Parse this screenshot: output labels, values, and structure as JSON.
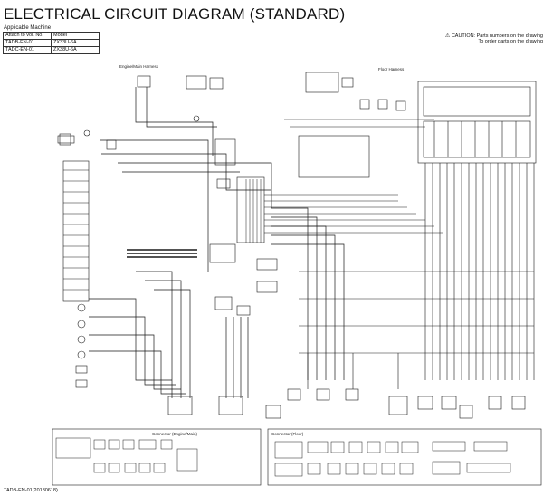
{
  "header": {
    "title": "ELECTRICAL CIRCUIT DIAGRAM (STANDARD)",
    "applicable_label": "Applicable Machine"
  },
  "attach_table": {
    "headers": [
      "Attach to vol. No.",
      "Model"
    ],
    "rows": [
      [
        "TADB-EN-01",
        "ZX33U-6A"
      ],
      [
        "TADC-EN-01",
        "ZX38U-6A"
      ]
    ]
  },
  "caution": {
    "line1": "CAUTION: Parts numbers on the drawing",
    "line2": "To order parts on the drawing"
  },
  "sections": {
    "engine_harness": "Engine/Main Harness",
    "floor_harness": "Floor Harness",
    "connector_engine": "Connector (Engine/Main)",
    "connector_floor": "Connector (Floor)"
  },
  "footer": {
    "doc_id": "TADB-EN-01(20180618)"
  },
  "colors": {
    "wire": "#1a1a1a",
    "paper": "#ffffff"
  }
}
